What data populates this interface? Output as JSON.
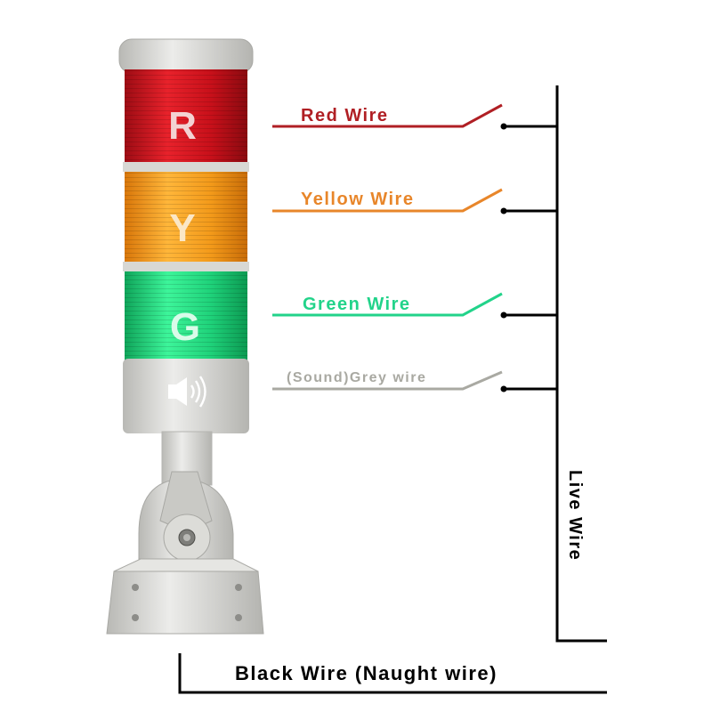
{
  "tower": {
    "segments": [
      {
        "letter": "R",
        "color": "#d2111b"
      },
      {
        "letter": "Y",
        "color": "#f39a1a"
      },
      {
        "letter": "G",
        "color": "#1fd27a"
      }
    ],
    "body_color": "#d9d9d6",
    "speaker_icon": "speaker-icon"
  },
  "wires": {
    "red": {
      "label": "Red Wire",
      "color": "#b01f24"
    },
    "yellow": {
      "label": "Yellow Wire",
      "color": "#e8862a"
    },
    "green": {
      "label": "Green Wire",
      "color": "#22d38a"
    },
    "grey": {
      "label": "(Sound)Grey wire",
      "color": "#a9a9a2"
    },
    "live": {
      "label": "Live Wire",
      "color": "#000000"
    },
    "black": {
      "label": "Black Wire (Naught wire)",
      "color": "#000000"
    }
  }
}
